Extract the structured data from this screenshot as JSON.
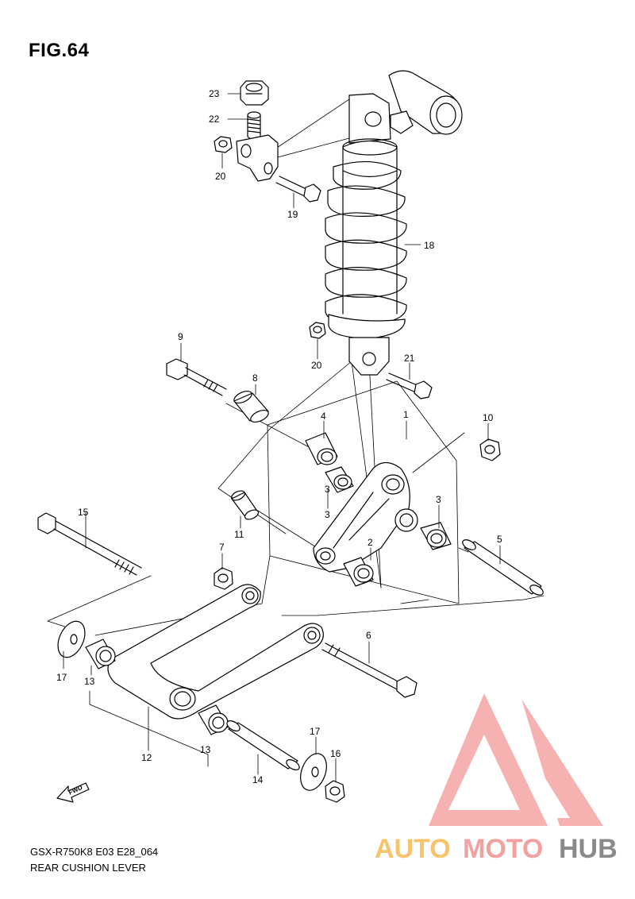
{
  "figure": {
    "title": "FIG.64",
    "model_code": "GSX-R750K8 E03 E28_064",
    "caption": "REAR CUSHION LEVER",
    "fwd_label": "FWD"
  },
  "parts": [
    {
      "num": "1"
    },
    {
      "num": "2"
    },
    {
      "num": "3"
    },
    {
      "num": "3"
    },
    {
      "num": "3"
    },
    {
      "num": "4"
    },
    {
      "num": "5"
    },
    {
      "num": "6"
    },
    {
      "num": "7"
    },
    {
      "num": "8"
    },
    {
      "num": "9"
    },
    {
      "num": "10"
    },
    {
      "num": "11"
    },
    {
      "num": "12"
    },
    {
      "num": "13"
    },
    {
      "num": "13"
    },
    {
      "num": "14"
    },
    {
      "num": "15"
    },
    {
      "num": "16"
    },
    {
      "num": "17"
    },
    {
      "num": "17"
    },
    {
      "num": "18"
    },
    {
      "num": "19"
    },
    {
      "num": "20"
    },
    {
      "num": "20"
    },
    {
      "num": "21"
    },
    {
      "num": "22"
    },
    {
      "num": "23"
    }
  ],
  "watermark": {
    "part1": "AUTO",
    "part2": "MOTO",
    "part3": "HUB",
    "color1": "#f7c36b",
    "color2": "#f2a0a0",
    "color3": "#8a8a8a",
    "logo_color": "#f4a3a3"
  }
}
